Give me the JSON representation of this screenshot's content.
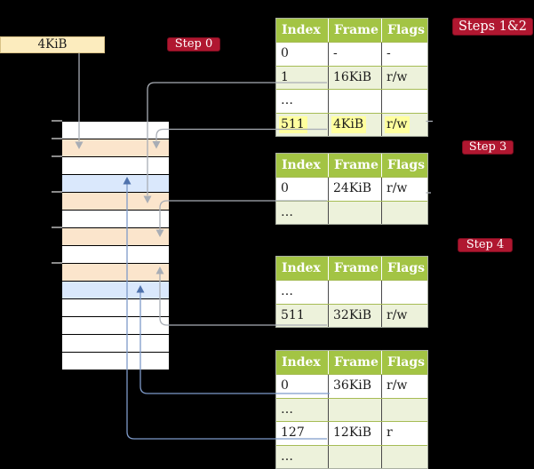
{
  "diagram": {
    "cr3_box": {
      "label": "4KiB"
    },
    "badges": {
      "step0": {
        "label": "Step 0"
      },
      "steps12": {
        "label": "Steps 1&2"
      },
      "step3": {
        "label": "Step 3"
      },
      "step4": {
        "label": "Step 4"
      }
    },
    "memory": {
      "rows": [
        "empty",
        "table",
        "empty",
        "mapped",
        "table",
        "empty",
        "table",
        "empty",
        "table",
        "mapped",
        "empty",
        "empty",
        "empty",
        "empty"
      ]
    },
    "tables": [
      {
        "name": "page-table-steps-1-2",
        "columns": [
          "Index",
          "Frame",
          "Flags"
        ],
        "rows": [
          {
            "cells": [
              "0",
              "-",
              "-"
            ],
            "shaded": false,
            "highlight": false
          },
          {
            "cells": [
              "1",
              "16KiB",
              "r/w"
            ],
            "shaded": true,
            "highlight": false
          },
          {
            "cells": [
              "…",
              "",
              ""
            ],
            "shaded": false,
            "highlight": false
          },
          {
            "cells": [
              "511",
              "4KiB",
              "r/w"
            ],
            "shaded": true,
            "highlight": true
          }
        ]
      },
      {
        "name": "page-table-step-3",
        "columns": [
          "Index",
          "Frame",
          "Flags"
        ],
        "rows": [
          {
            "cells": [
              "0",
              "24KiB",
              "r/w"
            ],
            "shaded": false,
            "highlight": false
          },
          {
            "cells": [
              "…",
              "",
              ""
            ],
            "shaded": true,
            "highlight": false
          }
        ]
      },
      {
        "name": "page-table-step-4",
        "columns": [
          "Index",
          "Frame",
          "Flags"
        ],
        "rows": [
          {
            "cells": [
              "…",
              "",
              ""
            ],
            "shaded": false,
            "highlight": false
          },
          {
            "cells": [
              "511",
              "32KiB",
              "r/w"
            ],
            "shaded": true,
            "highlight": false
          }
        ]
      },
      {
        "name": "page-table-final",
        "columns": [
          "Index",
          "Frame",
          "Flags"
        ],
        "rows": [
          {
            "cells": [
              "0",
              "36KiB",
              "r/w"
            ],
            "shaded": false,
            "highlight": false
          },
          {
            "cells": [
              "…",
              "",
              ""
            ],
            "shaded": true,
            "highlight": false
          },
          {
            "cells": [
              "127",
              "12KiB",
              "r"
            ],
            "shaded": false,
            "highlight": false
          },
          {
            "cells": [
              "…",
              "",
              ""
            ],
            "shaded": true,
            "highlight": false
          }
        ]
      }
    ]
  },
  "colors": {
    "background": "#000000",
    "table-header-green": "#a3c444",
    "table-row-green": "#edf2db",
    "table-row-white": "#ffffff",
    "row-separator": "#a6bc55",
    "col-separator": "#4a4a4a",
    "table-outer-border": "#aab0a2",
    "badge-red": "#b01730",
    "badge-border": "#7d0d20",
    "highlight-yellow": "#ffff9e",
    "cr3-box-fill": "#fcecbe",
    "frame-table-fill": "#fbe5cc",
    "frame-mapped-fill": "#dae8fc",
    "frame-empty-fill": "#ffffff",
    "line-gray": "#a8adb5",
    "arrow-gray": "#a8adb5",
    "line-blue": "#7e9ac9",
    "arrow-blue": "#4f72ad",
    "tick-gray": "#8a8a8a",
    "text-dark": "#1b1b1b"
  }
}
